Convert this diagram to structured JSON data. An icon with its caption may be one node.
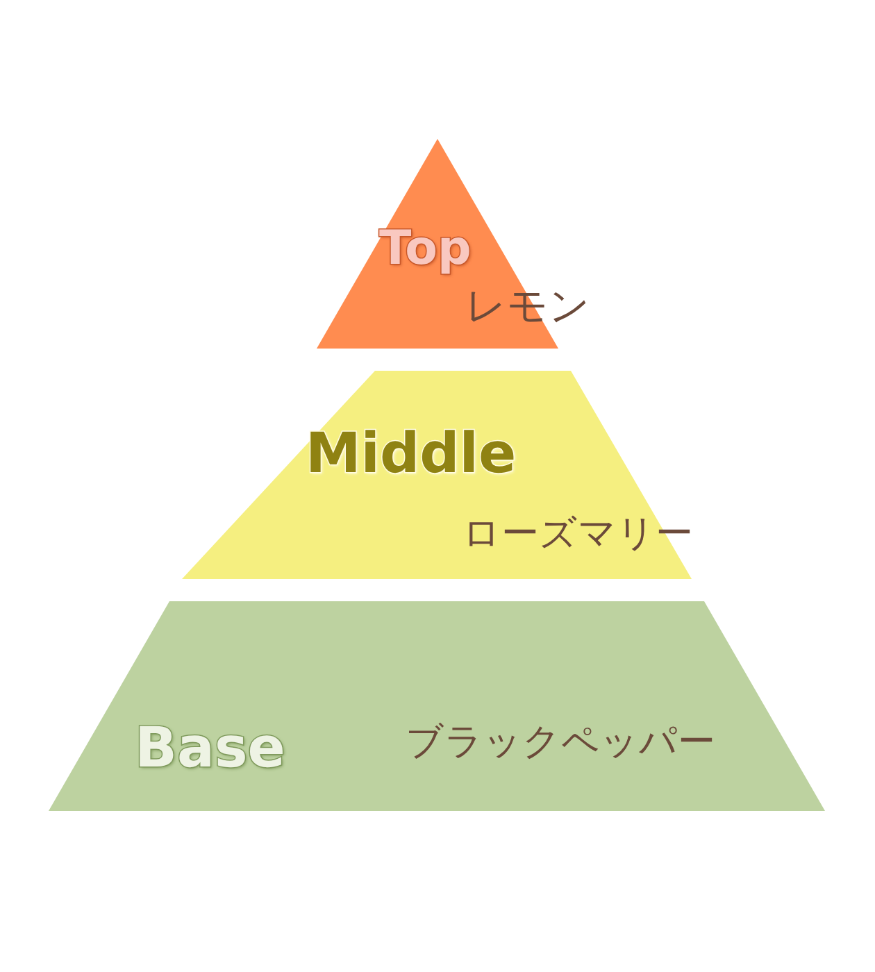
{
  "diagram": {
    "nodes": [
      {
        "text": [
          "Top",
          "レモン"
        ]
      },
      {
        "text": [
          "Middle",
          "ローズマリー"
        ]
      },
      {
        "text": [
          "Base",
          "ブラックペッパー"
        ]
      }
    ]
  }
}
